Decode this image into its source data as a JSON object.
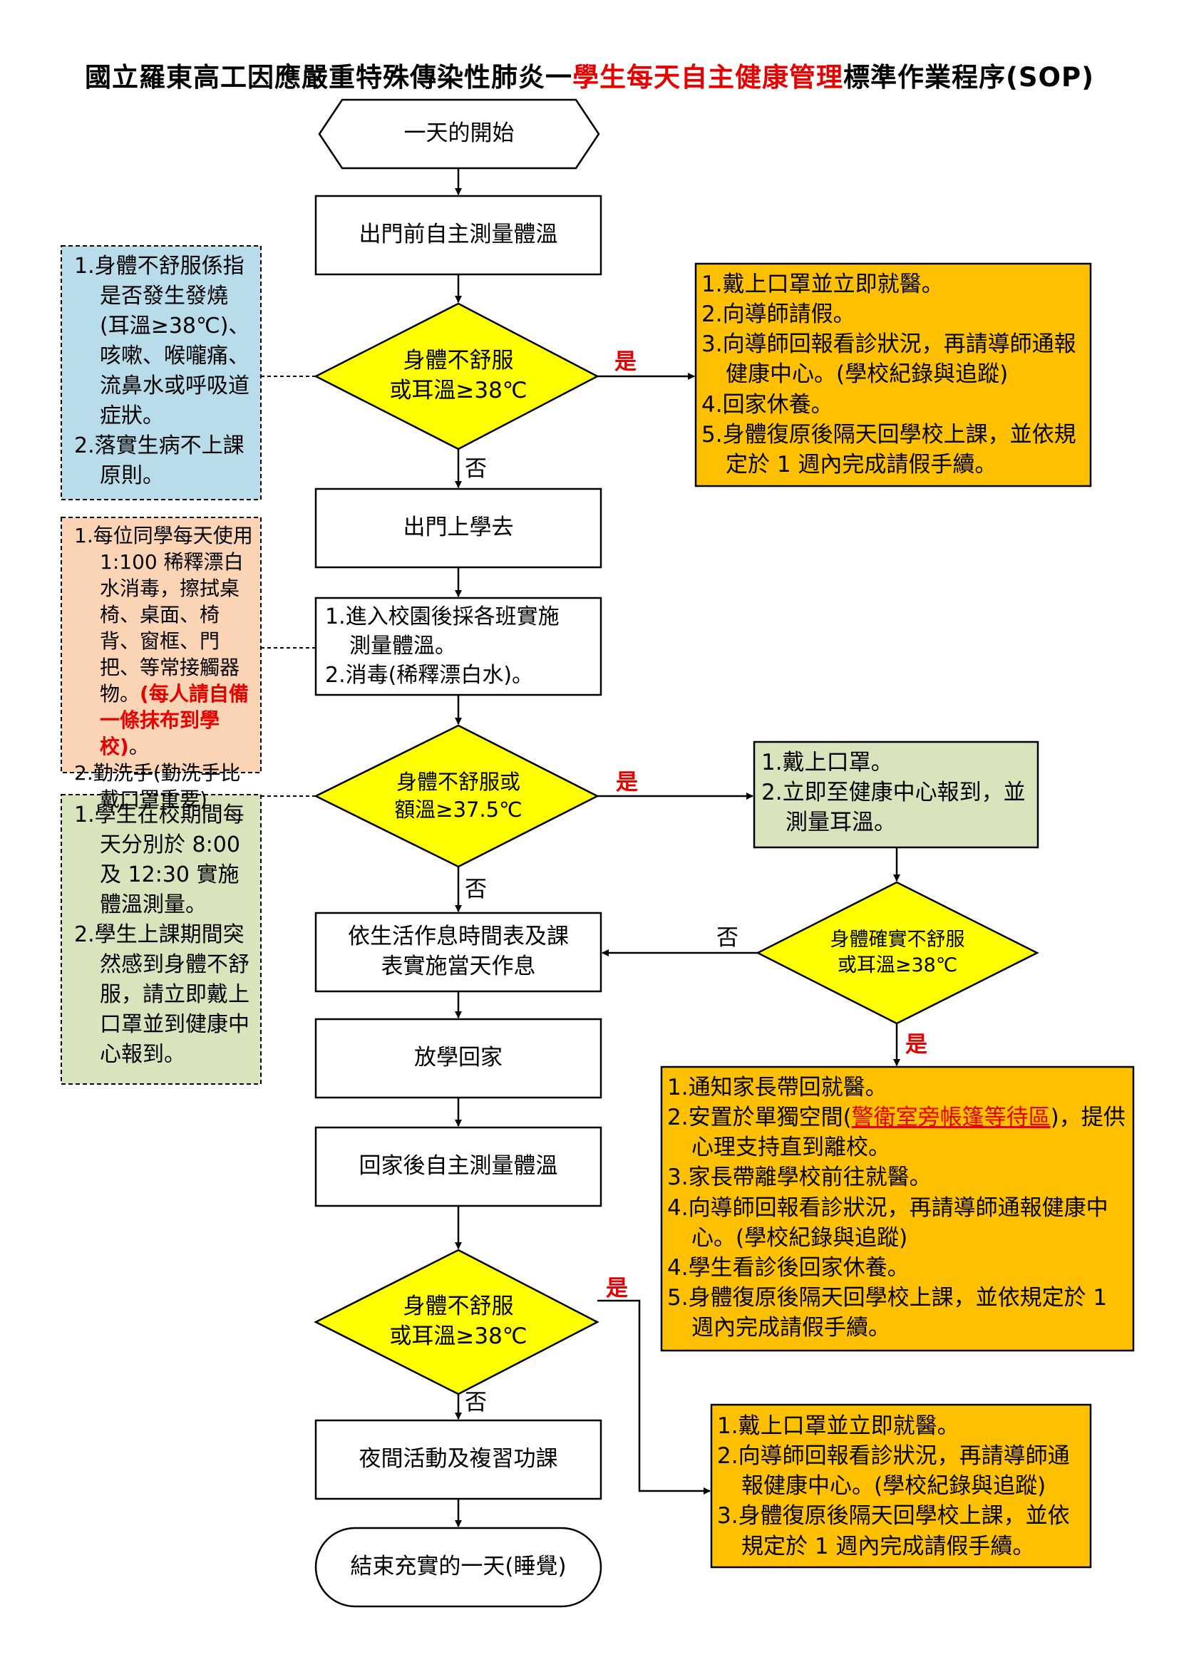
{
  "title": {
    "prefix": "國立羅東高工因應嚴重特殊傳染性肺炎一",
    "highlight": "學生每天自主健康管理",
    "suffix": "標準作業程序(SOP)"
  },
  "flow": {
    "start": "一天的開始",
    "measure_home": "出門前自主測量體溫",
    "decision1": [
      "身體不舒服",
      "或耳溫≥38℃"
    ],
    "go_school": "出門上學去",
    "campus": [
      "1.進入校園後採各班實施",
      "測量體溫。",
      "2.消毒(稀釋漂白水)。"
    ],
    "decision2": [
      "身體不舒服或",
      "額溫≥37.5℃"
    ],
    "schedule": [
      "依生活作息時間表及課",
      "表實施當天作息"
    ],
    "go_home": "放學回家",
    "measure_night": "回家後自主測量體溫",
    "decision3": [
      "身體不舒服",
      "或耳溫≥38℃"
    ],
    "night": "夜間活動及複習功課",
    "end": "結束充實的一天(睡覺)",
    "decision4": [
      "身體確實不舒服",
      "或耳溫≥38℃"
    ]
  },
  "labels": {
    "yes": "是",
    "no": "否"
  },
  "boxes": {
    "yes1": [
      "1.戴上口罩並立即就醫。",
      "2.向導師請假。",
      "3.向導師回報看診狀況，再請導師通報健康中心。(學校紀錄與追蹤)",
      "4.回家休養。",
      "5.身體復原後隔天回學校上課，並依規定於 1 週內完成請假手續。"
    ],
    "yes2": [
      "1.戴上口罩。",
      "2.立即至健康中心報到，並測量耳溫。"
    ],
    "yes4": {
      "item1": "1.通知家長帶回就醫。",
      "item2_pre": "2.安置於單獨空間(",
      "item2_red": "警衛室旁帳篷等待區",
      "item2_post": ")，提供心理支持直到離校。",
      "item3": "3.家長帶離學校前往就醫。",
      "item4": "4.向導師回報看診狀況，再請導師通報健康中心。(學校紀錄與追蹤)",
      "item5": "4.學生看診後回家休養。",
      "item6": "5.身體復原後隔天回學校上課，並依規定於 1 週內完成請假手續。"
    },
    "yes3": [
      "1.戴上口罩並立即就醫。",
      "2.向導師回報看診狀況，再請導師通報健康中心。(學校紀錄與追蹤)",
      "3.身體復原後隔天回學校上課，並依規定於 1 週內完成請假手續。"
    ]
  },
  "notes": {
    "note1": [
      "1.身體不舒服係指是否發生發燒(耳溫≥38℃)、咳嗽、喉嚨痛、流鼻水或呼吸道症狀。",
      "2.落實生病不上課原則。"
    ],
    "note2": {
      "item1": "1.每位同學每天使用 1:100 稀釋漂白水消毒，擦拭桌椅、桌面、椅背、窗框、門把、等常接觸器物。",
      "item1_red": "(每人請自備一條抹布到學校)",
      "item1_tail": "。",
      "item2": "2.勤洗手(勤洗手比戴口罩重要)"
    },
    "note3": [
      "1.學生在校期間每天分別於 8:00 及 12:30 實施體溫測量。",
      "2.學生上課期間突然感到身體不舒服，請立即戴上口罩並到健康中心報到。"
    ]
  },
  "colors": {
    "decision": "#ffff00",
    "orange": "#ffc000",
    "green": "#d8e4bc",
    "blue": "#b8dcea",
    "peach": "#fbd3b5",
    "highlight_red": "#e60000"
  }
}
